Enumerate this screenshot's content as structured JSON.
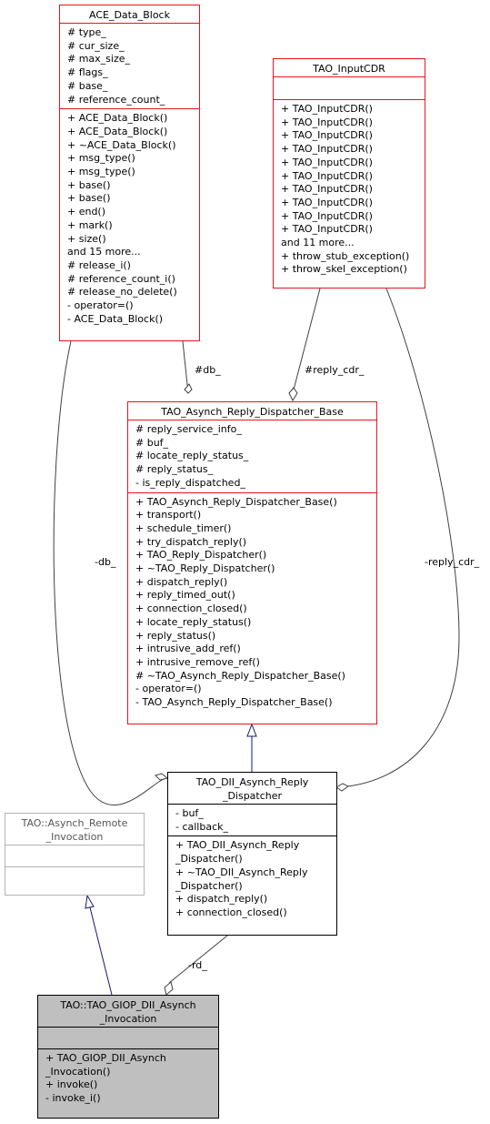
{
  "classes": {
    "ace_data_block": {
      "title": "ACE_Data_Block",
      "attributes": [
        "# type_",
        "# cur_size_",
        "# max_size_",
        "# flags_",
        "# base_",
        "# reference_count_"
      ],
      "operations": [
        "+ ACE_Data_Block()",
        "+ ACE_Data_Block()",
        "+ ~ACE_Data_Block()",
        "+ msg_type()",
        "+ msg_type()",
        "+ base()",
        "+ base()",
        "+ end()",
        "+ mark()",
        "+ size()",
        "and 15 more...",
        "# release_i()",
        "# reference_count_i()",
        "# release_no_delete()",
        "- operator=()",
        "- ACE_Data_Block()"
      ]
    },
    "tao_inputcdr": {
      "title": "TAO_InputCDR",
      "attributes": [],
      "operations": [
        "+ TAO_InputCDR()",
        "+ TAO_InputCDR()",
        "+ TAO_InputCDR()",
        "+ TAO_InputCDR()",
        "+ TAO_InputCDR()",
        "+ TAO_InputCDR()",
        "+ TAO_InputCDR()",
        "+ TAO_InputCDR()",
        "+ TAO_InputCDR()",
        "+ TAO_InputCDR()",
        "and 11 more...",
        "+ throw_stub_exception()",
        "+ throw_skel_exception()"
      ]
    },
    "reply_dispatcher_base": {
      "title": "TAO_Asynch_Reply_Dispatcher_Base",
      "attributes": [
        "# reply_service_info_",
        "# buf_",
        "# locate_reply_status_",
        "# reply_status_",
        "- is_reply_dispatched_"
      ],
      "operations": [
        "+ TAO_Asynch_Reply_Dispatcher_Base()",
        "+ transport()",
        "+ schedule_timer()",
        "+ try_dispatch_reply()",
        "+ TAO_Reply_Dispatcher()",
        "+ ~TAO_Reply_Dispatcher()",
        "+ dispatch_reply()",
        "+ reply_timed_out()",
        "+ connection_closed()",
        "+ locate_reply_status()",
        "+ reply_status()",
        "+ intrusive_add_ref()",
        "+ intrusive_remove_ref()",
        "# ~TAO_Asynch_Reply_Dispatcher_Base()",
        "- operator=()",
        "- TAO_Asynch_Reply_Dispatcher_Base()"
      ]
    },
    "dii_reply_dispatcher": {
      "title": "TAO_DII_Asynch_Reply\n_Dispatcher",
      "attributes": [
        "- buf_",
        "- callback_"
      ],
      "operations": [
        "+ TAO_DII_Asynch_Reply\n_Dispatcher()",
        "+ ~TAO_DII_Asynch_Reply\n_Dispatcher()",
        "+ dispatch_reply()",
        "+ connection_closed()"
      ]
    },
    "asynch_remote_invocation": {
      "title": "TAO::Asynch_Remote\n_Invocation",
      "attributes": [],
      "operations": []
    },
    "giop_dii_asynch_invocation": {
      "title": "TAO::TAO_GIOP_DII_Asynch\n_Invocation",
      "attributes": [],
      "operations": [
        "+ TAO_GIOP_DII_Asynch\n_Invocation()",
        "+ invoke()",
        "- invoke_i()"
      ]
    }
  },
  "edge_labels": {
    "db_protected": "#db_",
    "reply_cdr_protected": "#reply_cdr_",
    "db_private": "-db_",
    "reply_cdr_private": "-reply_cdr_",
    "rd_private": "-rd_"
  },
  "colors": {
    "class_border": "#e8141d",
    "inheritance_arrow": "#191970",
    "association": "#404040",
    "highlight_fill": "#bfbfbf",
    "external_border": "#b3b3b3"
  }
}
